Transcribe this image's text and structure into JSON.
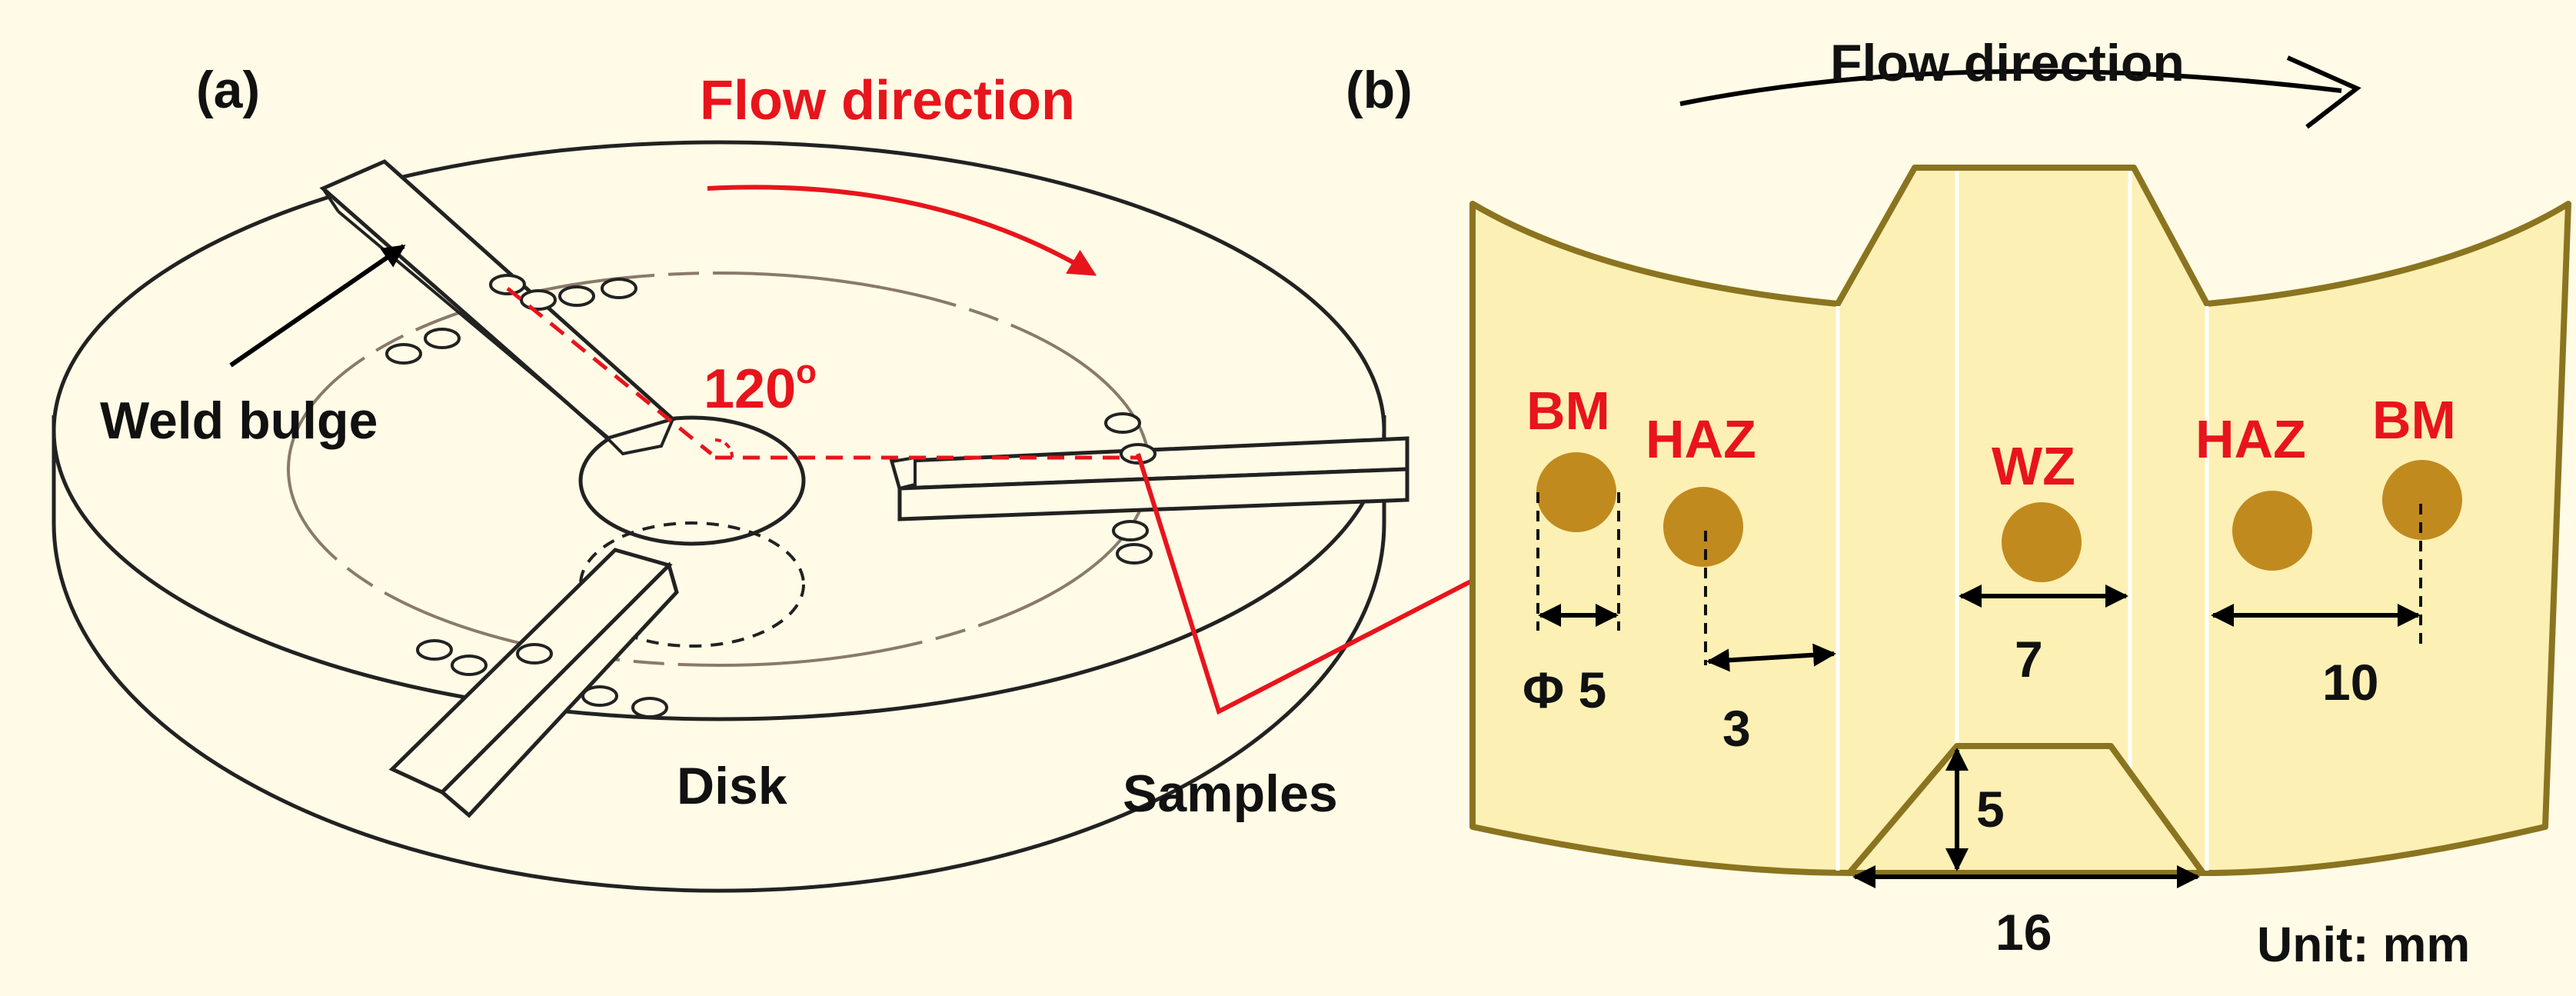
{
  "panel_a": {
    "panel_label": "(a)",
    "flow_direction": "Flow direction",
    "angle": "120",
    "angle_degree_mark": "o",
    "weld_bulge": "Weld bulge",
    "disk": "Disk",
    "samples": "Samples"
  },
  "panel_b": {
    "panel_label": "(b)",
    "flow_direction": "Flow direction",
    "zones": {
      "bm_left": "BM",
      "haz_left": "HAZ",
      "wz": "WZ",
      "haz_right": "HAZ",
      "bm_right": "BM"
    },
    "dimensions": {
      "diameter": "Φ 5",
      "haz_offset": "3",
      "wz_width": "7",
      "bm_offset": "10",
      "bulge_height": "5",
      "bulge_base": "16"
    },
    "unit": "Unit: mm"
  },
  "colors": {
    "background": "#fffbe6",
    "panel_b_fill": "#fdf0b4",
    "outline": "#8a7420",
    "sample_dot": "#c08a1e",
    "accent_red": "#e8141c",
    "ink": "#111111"
  }
}
